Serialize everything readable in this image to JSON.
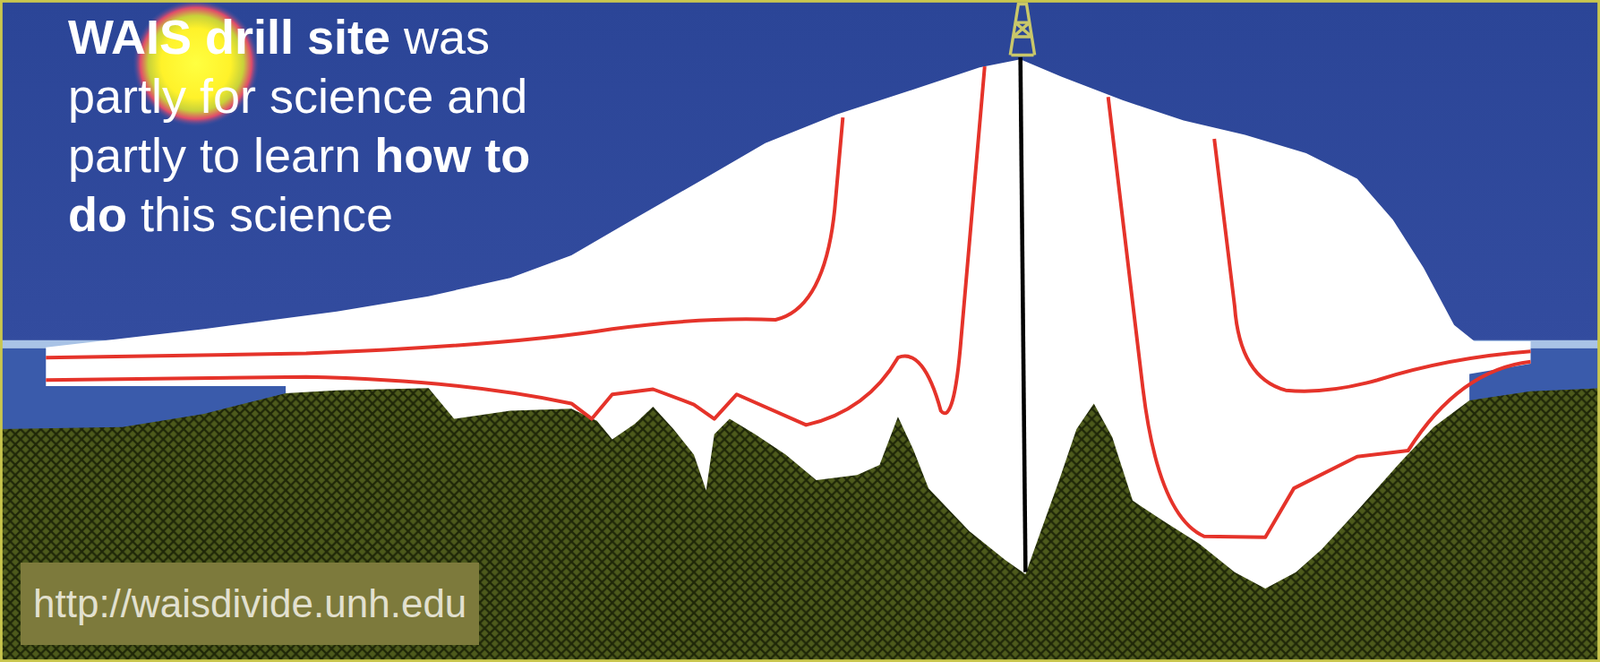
{
  "diagram": {
    "labels": [
      "WAIS drill site",
      "was partly for science and partly to learn",
      "how to do",
      "this science",
      "http://waisdivide.unh.edu"
    ]
  }
}
